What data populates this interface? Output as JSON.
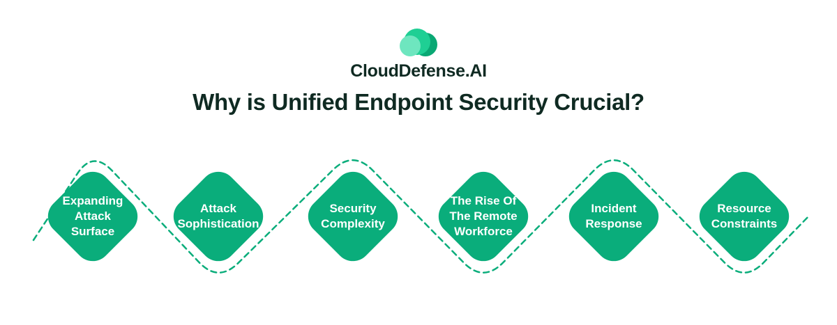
{
  "brand": {
    "name": "CloudDefense.AI",
    "colors": {
      "light": "#5fe3b8",
      "mid": "#1fcf94",
      "dark": "#0aa874"
    }
  },
  "title": "Why is Unified Endpoint Security Crucial?",
  "accent": "#0aad7b",
  "items": [
    {
      "label": "Expanding Attack Surface"
    },
    {
      "label": "Attack Sophistication"
    },
    {
      "label": "Security Complexity"
    },
    {
      "label": "The Rise Of The Remote Workforce"
    },
    {
      "label": "Incident Response"
    },
    {
      "label": "Resource Constraints"
    }
  ]
}
